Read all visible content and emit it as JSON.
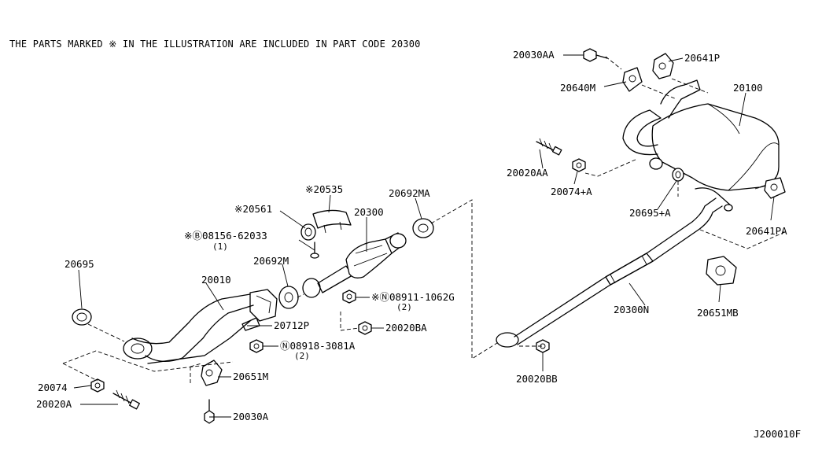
{
  "note": "THE PARTS MARKED ※ IN THE ILLUSTRATION ARE INCLUDED IN PART CODE 20300",
  "diagram_code": "J200010F",
  "labels": {
    "p20030AA": "20030AA",
    "p20641P": "20641P",
    "p20640M": "20640M",
    "p20100": "20100",
    "p20020AA": "20020AA",
    "p20074A": "20074+A",
    "p20695A": "20695+A",
    "p20641PA": "20641PA",
    "p20535": "※20535",
    "p20561": "※20561",
    "p20692MA": "20692MA",
    "p20300": "20300",
    "p08156": "※Ⓑ08156-62033",
    "p08156_qty": "(1)",
    "p20695": "20695",
    "p20692M": "20692M",
    "p20010": "20010",
    "p08911": "※Ⓝ08911-1062G",
    "p08911_qty": "(2)",
    "p20712P": "20712P",
    "p20020BA": "20020BA",
    "p08918": "Ⓝ08918-3081A",
    "p08918_qty": "(2)",
    "p20300N": "20300N",
    "p20651MB": "20651MB",
    "p20074": "20074",
    "p20651M": "20651M",
    "p20020A": "20020A",
    "p20030A": "20030A",
    "p20020BB": "20020BB"
  }
}
